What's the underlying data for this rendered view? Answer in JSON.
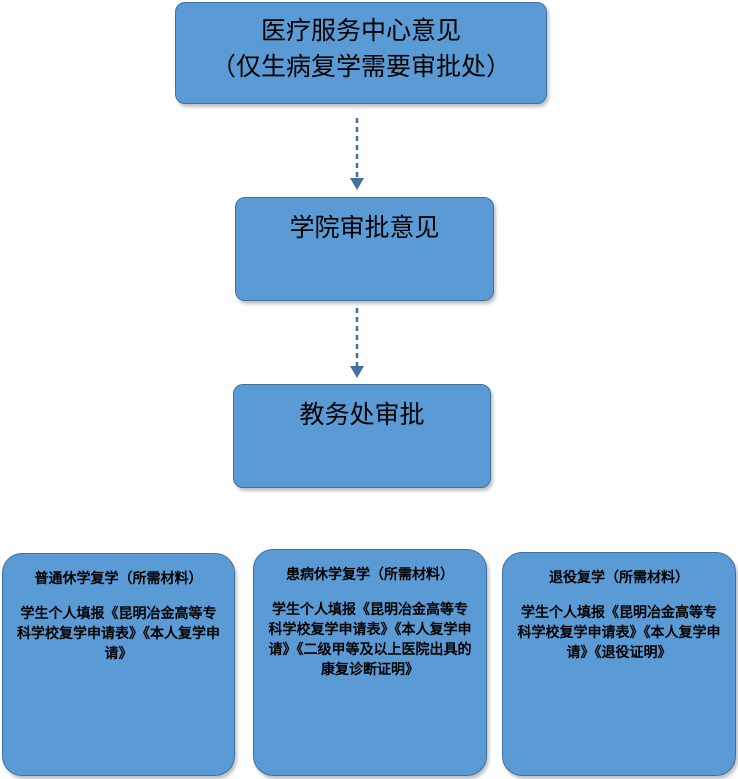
{
  "steps": {
    "medical": {
      "line1": "医疗服务中心意见",
      "line2": "（仅生病复学需要审批处）"
    },
    "college": {
      "title": "学院审批意见"
    },
    "academic_affairs": {
      "title": "教务处审批"
    }
  },
  "materials": [
    {
      "heading": "普通休学复学（所需材料）",
      "body": "学生个人填报《昆明冶金高等专科学校复学申请表》《本人复学申请》"
    },
    {
      "heading": "患病休学复学（所需材料）",
      "body": "学生个人填报《昆明冶金高等专科学校复学申请表》《本人复学申请》《二级甲等及以上医院出具的康复诊断证明》"
    },
    {
      "heading": "退役复学（所需材料）",
      "body": "学生个人填报《昆明冶金高等专科学校复学申请表》《本人复学申请》《退役证明》"
    }
  ],
  "colors": {
    "box_fill": "#5b9bd5",
    "box_border": "#41719c",
    "arrow": "#41719c"
  }
}
